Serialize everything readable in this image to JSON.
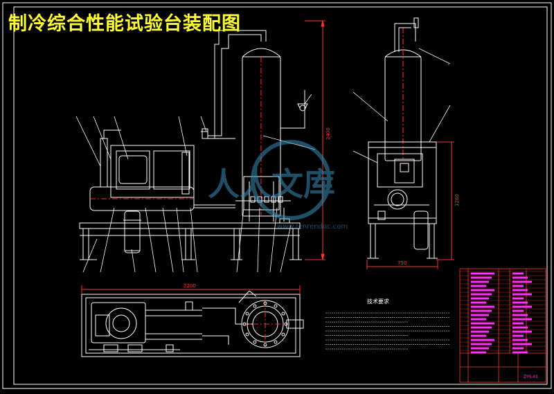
{
  "drawing": {
    "title": "制冷综合性能试验台装配图",
    "notes_heading": "技术要求",
    "dim_height_main": "2400",
    "dim_height_side": "1280",
    "dim_width_main": "2200",
    "dim_width_side": "750",
    "watermark": "人人文库",
    "watermark_url": "www.renrendoc.com",
    "drawing_no": "ZYS-01"
  },
  "colors": {
    "background": "#000000",
    "lines": "#ffffff",
    "border": "#ffffff",
    "title": "#ffff33",
    "dimensions": "#ff3333",
    "centerlines": "#ff3333",
    "title_block": "#ff3333",
    "title_block_text": "#ff33ff",
    "leaders": "#ffffff",
    "highlight": "#00ccff"
  }
}
